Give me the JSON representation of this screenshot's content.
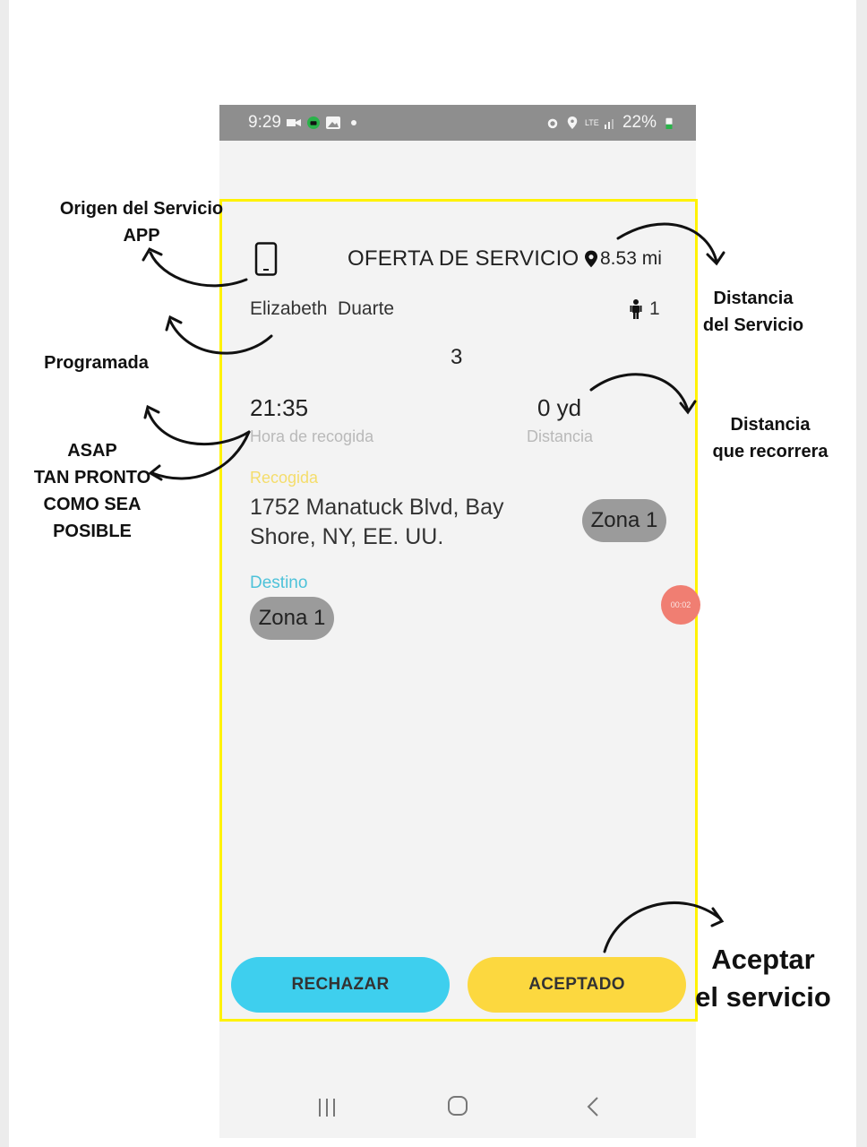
{
  "status_bar": {
    "time": "9:29",
    "battery": "22%",
    "network": "LTE"
  },
  "card": {
    "title": "OFERTA DE SERVICIO",
    "service_distance": "8.53 mi",
    "passenger_name": "Elizabeth  Duarte",
    "passenger_count": "1",
    "scheduled_value": "3",
    "pickup_time": "21:35",
    "pickup_time_label": "Hora de recogida",
    "distance": "0 yd",
    "distance_label": "Distancia",
    "pickup_label": "Recogida",
    "pickup_address": "1752 Manatuck Blvd, Bay Shore, NY, EE. UU.",
    "pickup_zone": "Zona 1",
    "destination_label": "Destino",
    "destination_zone": "Zona 1",
    "timer": "00:02",
    "reject_label": "RECHAZAR",
    "accept_label": "ACEPTADO"
  },
  "annotations": {
    "origin_line1": "Origen del Servicio",
    "origin_line2": "APP",
    "service_distance_line1": "Distancia",
    "service_distance_line2": "del Servicio",
    "scheduled": "Programada",
    "travel_distance_line1": "Distancia",
    "travel_distance_line2": "que recorrera",
    "asap_line1": "ASAP",
    "asap_line2": "TAN PRONTO",
    "asap_line3": "COMO SEA",
    "asap_line4": "POSIBLE",
    "accept_line1": "Aceptar",
    "accept_line2": "el servicio"
  },
  "colors": {
    "highlight_border": "#fff200",
    "reject_button": "#3ecfee",
    "accept_button": "#fcd83f",
    "zone_pill": "#9b9b9b",
    "pickup_label": "#f4dd6b",
    "destination_label": "#4dc2d9",
    "timer_bubble": "#f07e72"
  },
  "icons": [
    "smartphone-icon",
    "location-pin-icon",
    "person-icon",
    "recent-apps-icon",
    "home-icon",
    "back-icon"
  ]
}
